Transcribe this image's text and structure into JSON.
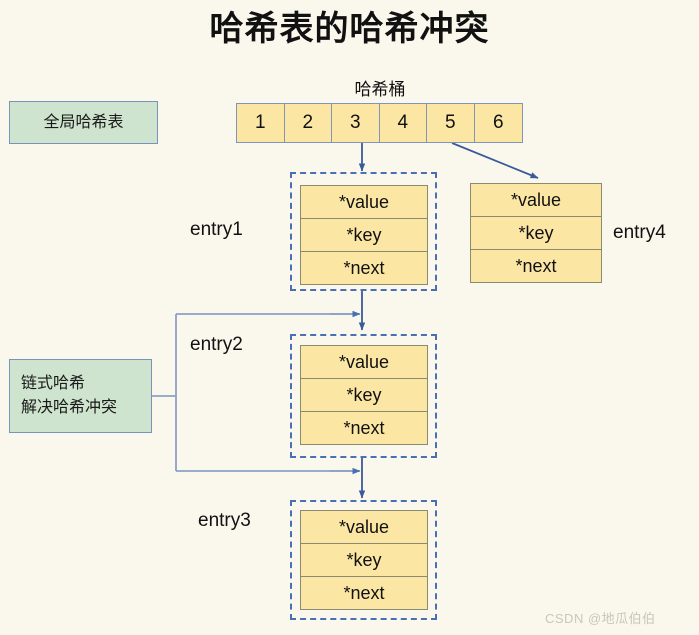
{
  "page": {
    "title": "哈希表的哈希冲突",
    "background_color": "#faf7ec"
  },
  "colors": {
    "note_fill": "#cfe4cf",
    "note_border": "#7b92bd",
    "cell_fill": "#fce6a4",
    "cell_border": "#8a8a70",
    "bucket_border": "#8195bb",
    "dashed_border": "#4a6fb5",
    "arrow": "#3a5a9b",
    "connector": "#8da2c6",
    "text": "#111111",
    "watermark": "#c9c6bb"
  },
  "notes": {
    "global_table": "全局哈希表",
    "chain_resolution": "链式哈希\n解决哈希冲突"
  },
  "bucket": {
    "label": "哈希桶",
    "cells": [
      "1",
      "2",
      "3",
      "4",
      "5",
      "6"
    ]
  },
  "entry_fields": {
    "value": "*value",
    "key": "*key",
    "next": "*next"
  },
  "entries": [
    {
      "id": "entry1",
      "label": "entry1",
      "dashed": true,
      "fields": [
        "*value",
        "*key",
        "*next"
      ]
    },
    {
      "id": "entry4",
      "label": "entry4",
      "dashed": false,
      "fields": [
        "*value",
        "*key",
        "*next"
      ]
    },
    {
      "id": "entry2",
      "label": "entry2",
      "dashed": true,
      "fields": [
        "*value",
        "*key",
        "*next"
      ]
    },
    {
      "id": "entry3",
      "label": "entry3",
      "dashed": true,
      "fields": [
        "*value",
        "*key",
        "*next"
      ]
    }
  ],
  "watermark": {
    "text": "CSDN @地瓜伯伯"
  }
}
